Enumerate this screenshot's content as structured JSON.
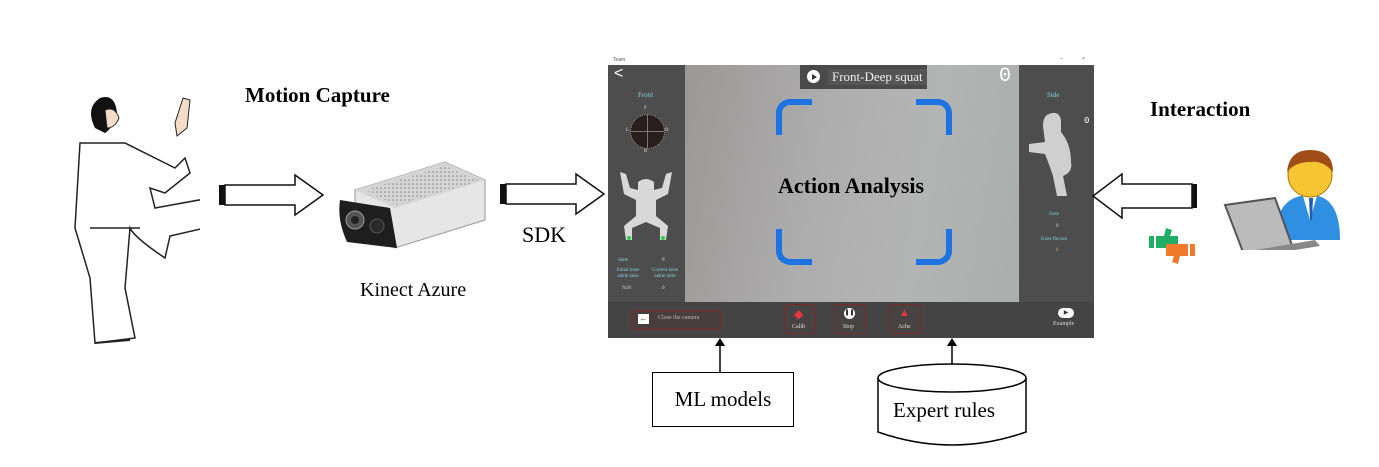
{
  "diagram": {
    "motion_capture_label": "Motion Capture",
    "device_label": "Kinect Azure",
    "sdk_label": "SDK",
    "interaction_label": "Interaction",
    "action_analysis_label": "Action Analysis",
    "ml_models_label": "ML models",
    "expert_rules_label": "Expert rules"
  },
  "app": {
    "window_title": "Team",
    "minimize_glyph": "–",
    "close_glyph": "×",
    "back_glyph": "<",
    "exercise_title": "Front-Deep squat",
    "counter_value": "0",
    "left_panel": {
      "heading": "Front",
      "compass": {
        "front": "F",
        "left": "L",
        "right": "R",
        "back": "B"
      },
      "state_label": "State",
      "state_value": "0",
      "initial_ratio_label": "Initial knee ankle ratio",
      "current_ratio_label": "Current knee ankle ratio",
      "initial_ratio_value": "NaN",
      "current_ratio_value": "0"
    },
    "right_panel": {
      "heading": "Side",
      "side_counter": "0",
      "state_label": "State",
      "state_value": "0",
      "knee_flexion_label": "Knee flexion",
      "knee_flexion_value": "0"
    },
    "bottom_bar": {
      "close_camera_label": "Close the camera",
      "calib_label": "Calib",
      "stop_label": "Stop",
      "ache_label": "Ache",
      "example_label": "Example"
    },
    "colors": {
      "accent_blue": "#1f73e0",
      "alert_red": "#e8383d",
      "panel_text": "#7fd3d8"
    }
  }
}
